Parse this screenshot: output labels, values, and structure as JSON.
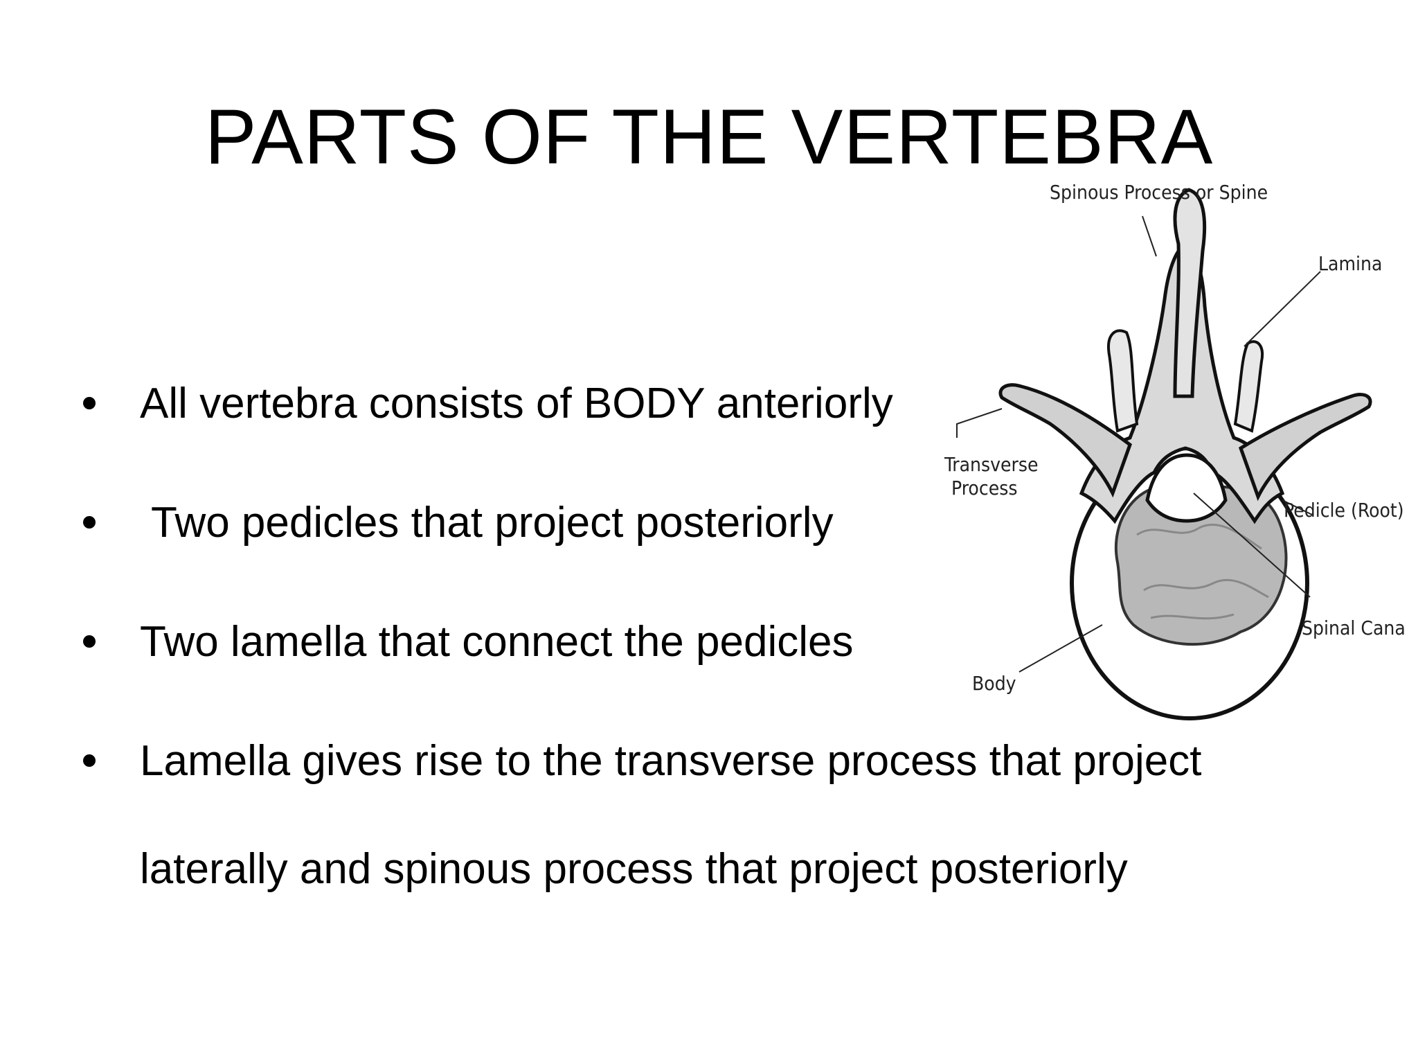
{
  "slide": {
    "title": "PARTS OF THE VERTEBRA",
    "bullets": [
      {
        "lines": [
          "All vertebra consists of BODY anteriorly"
        ]
      },
      {
        "lines": [
          "Two pedicles that project posteriorly"
        ]
      },
      {
        "lines": [
          "Two lamella that connect the pedicles"
        ]
      },
      {
        "lines": [
          "Lamella gives rise to the transverse process that project",
          "laterally and spinous process that project posteriorly"
        ]
      }
    ]
  },
  "figure": {
    "labels": {
      "spinous": "Spinous Process or Spine",
      "lamina": "Lamina",
      "transverse_1": "Transverse",
      "transverse_2": "Process",
      "pedicle": "Pedicle (Root)",
      "spinal_canal": "Spinal Canal",
      "body": "Body"
    }
  }
}
